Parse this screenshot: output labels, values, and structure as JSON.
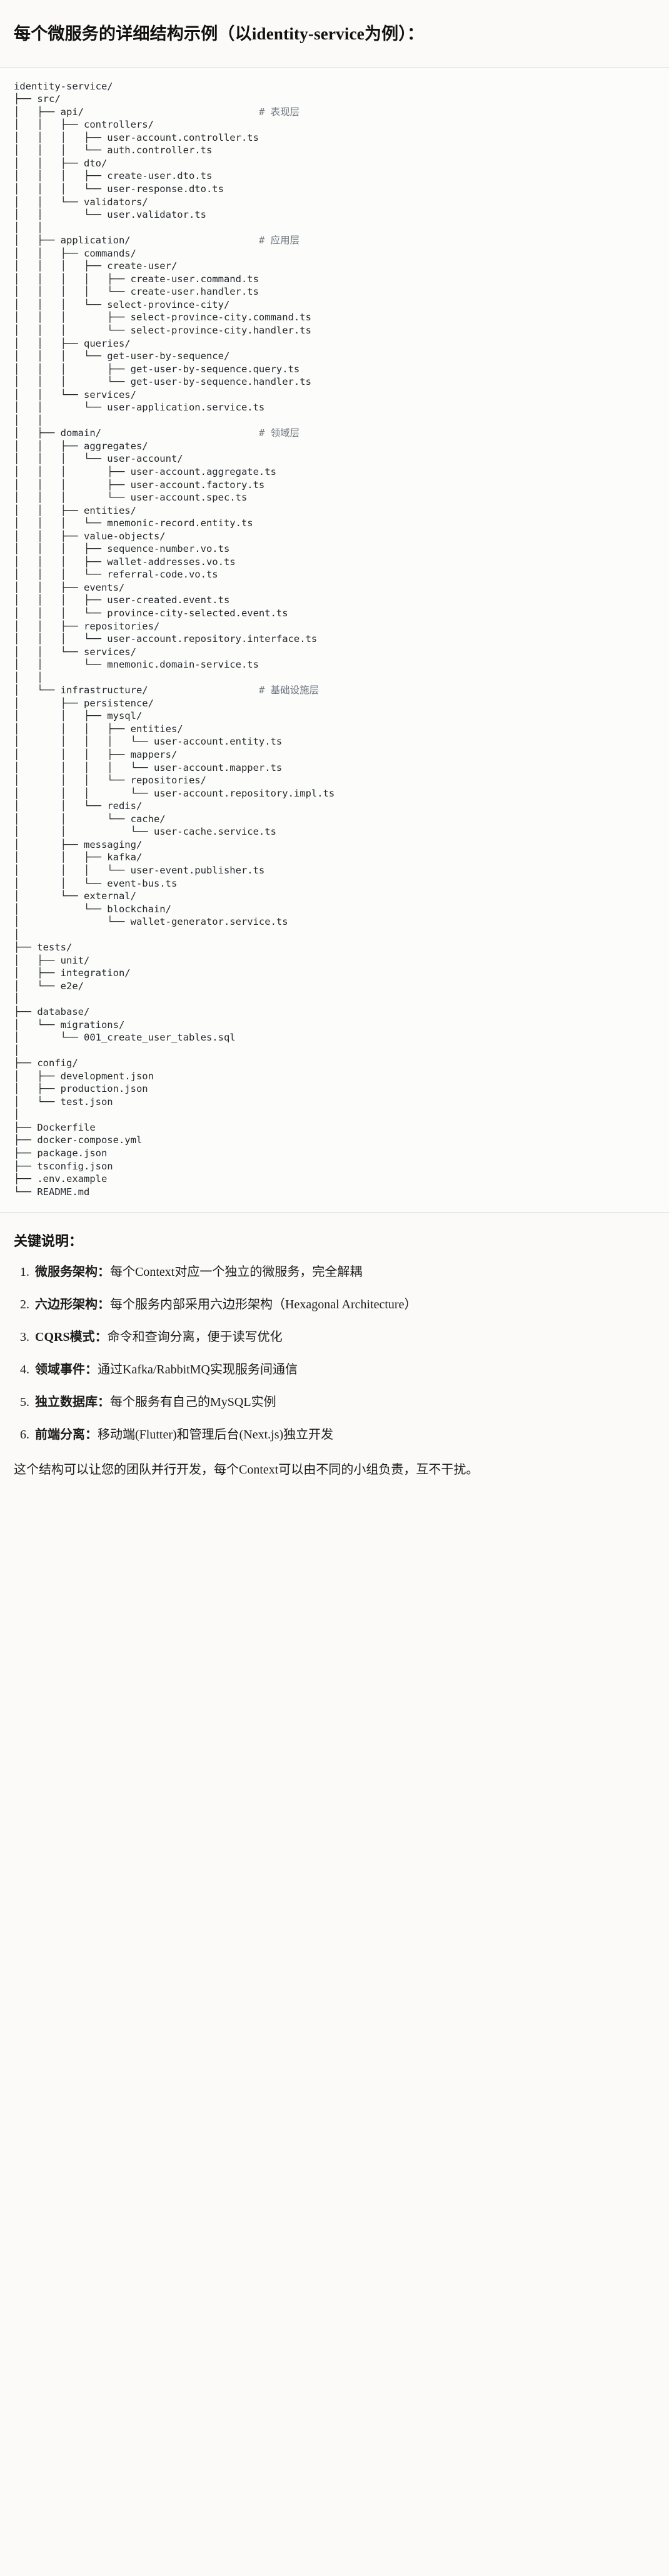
{
  "heading": {
    "prefix": "每个微服务的详细结构示例（以",
    "latin": "identity-service",
    "suffix": "为例）："
  },
  "tree": {
    "root": "identity-service/",
    "lines": [
      {
        "text": "identity-service/",
        "comment": ""
      },
      {
        "text": "├── src/",
        "comment": ""
      },
      {
        "text": "│   ├── api/",
        "comment": "# 表现层"
      },
      {
        "text": "│   │   ├── controllers/",
        "comment": ""
      },
      {
        "text": "│   │   │   ├── user-account.controller.ts",
        "comment": ""
      },
      {
        "text": "│   │   │   └── auth.controller.ts",
        "comment": ""
      },
      {
        "text": "│   │   ├── dto/",
        "comment": ""
      },
      {
        "text": "│   │   │   ├── create-user.dto.ts",
        "comment": ""
      },
      {
        "text": "│   │   │   └── user-response.dto.ts",
        "comment": ""
      },
      {
        "text": "│   │   └── validators/",
        "comment": ""
      },
      {
        "text": "│   │       └── user.validator.ts",
        "comment": ""
      },
      {
        "text": "│   │",
        "comment": ""
      },
      {
        "text": "│   ├── application/",
        "comment": "# 应用层"
      },
      {
        "text": "│   │   ├── commands/",
        "comment": ""
      },
      {
        "text": "│   │   │   ├── create-user/",
        "comment": ""
      },
      {
        "text": "│   │   │   │   ├── create-user.command.ts",
        "comment": ""
      },
      {
        "text": "│   │   │   │   └── create-user.handler.ts",
        "comment": ""
      },
      {
        "text": "│   │   │   └── select-province-city/",
        "comment": ""
      },
      {
        "text": "│   │   │       ├── select-province-city.command.ts",
        "comment": ""
      },
      {
        "text": "│   │   │       └── select-province-city.handler.ts",
        "comment": ""
      },
      {
        "text": "│   │   ├── queries/",
        "comment": ""
      },
      {
        "text": "│   │   │   └── get-user-by-sequence/",
        "comment": ""
      },
      {
        "text": "│   │   │       ├── get-user-by-sequence.query.ts",
        "comment": ""
      },
      {
        "text": "│   │   │       └── get-user-by-sequence.handler.ts",
        "comment": ""
      },
      {
        "text": "│   │   └── services/",
        "comment": ""
      },
      {
        "text": "│   │       └── user-application.service.ts",
        "comment": ""
      },
      {
        "text": "│   │",
        "comment": ""
      },
      {
        "text": "│   ├── domain/",
        "comment": "# 领域层"
      },
      {
        "text": "│   │   ├── aggregates/",
        "comment": ""
      },
      {
        "text": "│   │   │   └── user-account/",
        "comment": ""
      },
      {
        "text": "│   │   │       ├── user-account.aggregate.ts",
        "comment": ""
      },
      {
        "text": "│   │   │       ├── user-account.factory.ts",
        "comment": ""
      },
      {
        "text": "│   │   │       └── user-account.spec.ts",
        "comment": ""
      },
      {
        "text": "│   │   ├── entities/",
        "comment": ""
      },
      {
        "text": "│   │   │   └── mnemonic-record.entity.ts",
        "comment": ""
      },
      {
        "text": "│   │   ├── value-objects/",
        "comment": ""
      },
      {
        "text": "│   │   │   ├── sequence-number.vo.ts",
        "comment": ""
      },
      {
        "text": "│   │   │   ├── wallet-addresses.vo.ts",
        "comment": ""
      },
      {
        "text": "│   │   │   └── referral-code.vo.ts",
        "comment": ""
      },
      {
        "text": "│   │   ├── events/",
        "comment": ""
      },
      {
        "text": "│   │   │   ├── user-created.event.ts",
        "comment": ""
      },
      {
        "text": "│   │   │   └── province-city-selected.event.ts",
        "comment": ""
      },
      {
        "text": "│   │   ├── repositories/",
        "comment": ""
      },
      {
        "text": "│   │   │   └── user-account.repository.interface.ts",
        "comment": ""
      },
      {
        "text": "│   │   └── services/",
        "comment": ""
      },
      {
        "text": "│   │       └── mnemonic.domain-service.ts",
        "comment": ""
      },
      {
        "text": "│   │",
        "comment": ""
      },
      {
        "text": "│   └── infrastructure/",
        "comment": "# 基础设施层"
      },
      {
        "text": "│       ├── persistence/",
        "comment": ""
      },
      {
        "text": "│       │   ├── mysql/",
        "comment": ""
      },
      {
        "text": "│       │   │   ├── entities/",
        "comment": ""
      },
      {
        "text": "│       │   │   │   └── user-account.entity.ts",
        "comment": ""
      },
      {
        "text": "│       │   │   ├── mappers/",
        "comment": ""
      },
      {
        "text": "│       │   │   │   └── user-account.mapper.ts",
        "comment": ""
      },
      {
        "text": "│       │   │   └── repositories/",
        "comment": ""
      },
      {
        "text": "│       │   │       └── user-account.repository.impl.ts",
        "comment": ""
      },
      {
        "text": "│       │   └── redis/",
        "comment": ""
      },
      {
        "text": "│       │       └── cache/",
        "comment": ""
      },
      {
        "text": "│       │           └── user-cache.service.ts",
        "comment": ""
      },
      {
        "text": "│       ├── messaging/",
        "comment": ""
      },
      {
        "text": "│       │   ├── kafka/",
        "comment": ""
      },
      {
        "text": "│       │   │   └── user-event.publisher.ts",
        "comment": ""
      },
      {
        "text": "│       │   └── event-bus.ts",
        "comment": ""
      },
      {
        "text": "│       └── external/",
        "comment": ""
      },
      {
        "text": "│           └── blockchain/",
        "comment": ""
      },
      {
        "text": "│               └── wallet-generator.service.ts",
        "comment": ""
      },
      {
        "text": "│",
        "comment": ""
      },
      {
        "text": "├── tests/",
        "comment": ""
      },
      {
        "text": "│   ├── unit/",
        "comment": ""
      },
      {
        "text": "│   ├── integration/",
        "comment": ""
      },
      {
        "text": "│   └── e2e/",
        "comment": ""
      },
      {
        "text": "│",
        "comment": ""
      },
      {
        "text": "├── database/",
        "comment": ""
      },
      {
        "text": "│   └── migrations/",
        "comment": ""
      },
      {
        "text": "│       └── 001_create_user_tables.sql",
        "comment": ""
      },
      {
        "text": "│",
        "comment": ""
      },
      {
        "text": "├── config/",
        "comment": ""
      },
      {
        "text": "│   ├── development.json",
        "comment": ""
      },
      {
        "text": "│   ├── production.json",
        "comment": ""
      },
      {
        "text": "│   └── test.json",
        "comment": ""
      },
      {
        "text": "│",
        "comment": ""
      },
      {
        "text": "├── Dockerfile",
        "comment": ""
      },
      {
        "text": "├── docker-compose.yml",
        "comment": ""
      },
      {
        "text": "├── package.json",
        "comment": ""
      },
      {
        "text": "├── tsconfig.json",
        "comment": ""
      },
      {
        "text": "├── .env.example",
        "comment": ""
      },
      {
        "text": "└── README.md",
        "comment": ""
      }
    ],
    "comment_column": 42
  },
  "notes": {
    "title": "关键说明：",
    "items": [
      {
        "term": "微服务架构",
        "sep": "：",
        "desc": "每个Context对应一个独立的微服务，完全解耦"
      },
      {
        "term": "六边形架构",
        "sep": "：",
        "desc": "每个服务内部采用六边形架构（Hexagonal Architecture）"
      },
      {
        "term": "CQRS模式",
        "sep": "：",
        "desc": "命令和查询分离，便于读写优化"
      },
      {
        "term": "领域事件",
        "sep": "：",
        "desc": "通过Kafka/RabbitMQ实现服务间通信"
      },
      {
        "term": "独立数据库",
        "sep": "：",
        "desc": "每个服务有自己的MySQL实例"
      },
      {
        "term": "前端分离",
        "sep": "：",
        "desc": "移动端(Flutter)和管理后台(Next.js)独立开发"
      }
    ],
    "closing": "这个结构可以让您的团队并行开发，每个Context可以由不同的小组负责，互不干扰。"
  },
  "colors": {
    "page_bg": "#fbfaf8",
    "code_bg": "#fcfcfa",
    "text": "#1c1c1c",
    "code_text": "#24292f",
    "comment": "#6e7781",
    "rule": "#e3e0da"
  }
}
